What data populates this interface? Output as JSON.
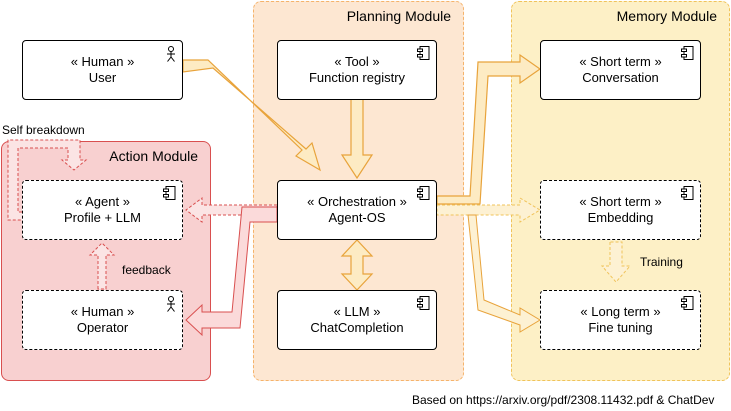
{
  "regions": {
    "planning": {
      "title": "Planning Module",
      "color": "#fde7d2",
      "border": "#f5b36b"
    },
    "memory": {
      "title": "Memory Module",
      "color": "#fdf0c6",
      "border": "#f0c35a"
    },
    "action": {
      "title": "Action Module",
      "color": "#f8d0d0",
      "border": "#d94f4f"
    }
  },
  "nodes": {
    "user": {
      "stereotype": "« Human »",
      "name": "User",
      "icon": "actor-icon",
      "style": "solid"
    },
    "tool": {
      "stereotype": "« Tool »",
      "name": "Function registry",
      "icon": "component-icon",
      "style": "solid"
    },
    "orchestration": {
      "stereotype": "« Orchestration »",
      "name": "Agent-OS",
      "icon": "component-icon",
      "style": "solid"
    },
    "llm": {
      "stereotype": "« LLM »",
      "name": "ChatCompletion",
      "icon": "component-icon",
      "style": "solid"
    },
    "conversation": {
      "stereotype": "« Short term »",
      "name": "Conversation",
      "icon": "component-icon",
      "style": "solid"
    },
    "embedding": {
      "stereotype": "« Short term »",
      "name": "Embedding",
      "icon": "component-icon",
      "style": "dashed"
    },
    "finetuning": {
      "stereotype": "« Long term »",
      "name": "Fine tuning",
      "icon": "component-icon",
      "style": "dashed"
    },
    "agent": {
      "stereotype": "« Agent »",
      "name": "Profile + LLM",
      "icon": "component-icon",
      "style": "dashed"
    },
    "operator": {
      "stereotype": "« Human »",
      "name": "Operator",
      "icon": "actor-icon",
      "style": "dashed"
    }
  },
  "labels": {
    "self_breakdown": "Self breakdown",
    "feedback": "feedback",
    "training": "Training",
    "footer": "Based on https://arxiv.org/pdf/2308.11432.pdf & ChatDev"
  },
  "edges": [
    {
      "from": "user",
      "to": "orchestration",
      "style": "solid",
      "head": "single"
    },
    {
      "from": "tool",
      "to": "orchestration",
      "style": "solid",
      "head": "single"
    },
    {
      "from": "orchestration",
      "to": "llm",
      "style": "solid",
      "head": "double"
    },
    {
      "from": "orchestration",
      "to": "conversation",
      "style": "solid",
      "head": "single"
    },
    {
      "from": "orchestration",
      "to": "embedding",
      "style": "dashed",
      "head": "single"
    },
    {
      "from": "orchestration",
      "to": "finetuning",
      "style": "solid",
      "head": "single"
    },
    {
      "from": "embedding",
      "to": "finetuning",
      "style": "dashed",
      "head": "single",
      "label": "Training"
    },
    {
      "from": "orchestration",
      "to": "agent",
      "style": "dashed",
      "head": "single"
    },
    {
      "from": "orchestration",
      "to": "operator",
      "style": "solid",
      "head": "single"
    },
    {
      "from": "operator",
      "to": "agent",
      "style": "dashed",
      "head": "single",
      "label": "feedback"
    },
    {
      "from": "agent",
      "to": "agent",
      "style": "dashed",
      "head": "single",
      "label": "Self breakdown"
    }
  ]
}
